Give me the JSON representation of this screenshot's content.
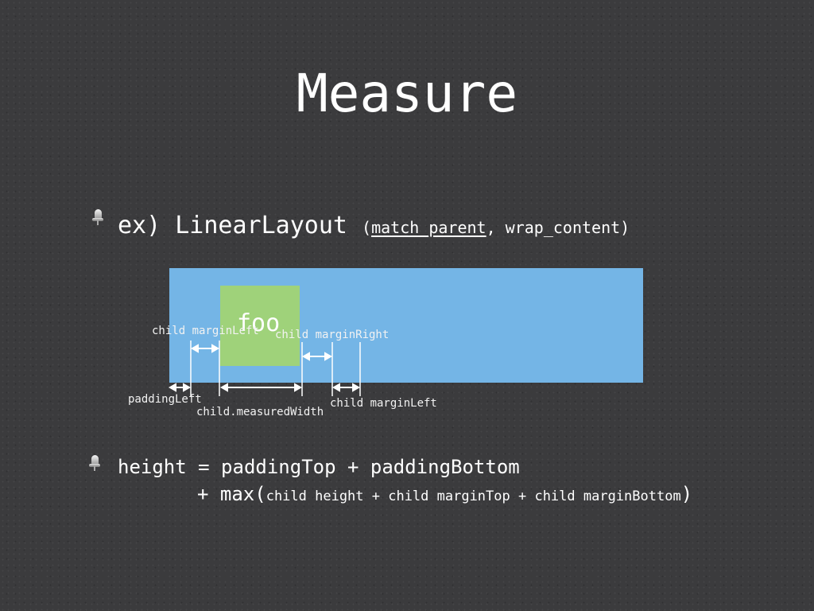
{
  "slide": {
    "title": "Measure",
    "bullet1": {
      "prefix": "ex) LinearLayout",
      "paren_open": "(",
      "arg1": "match_parent",
      "arg_rest": ", wrap_content)"
    },
    "diagram": {
      "child_text": "foo",
      "labels": {
        "child_margin_left_top": "child marginLeft",
        "child_margin_right": "child marginRight",
        "padding_left": "paddingLeft",
        "child_measured_width": "child.measuredWidth",
        "child_margin_left_bottom": "child marginLeft"
      },
      "colors": {
        "parent": "#74b5e6",
        "child": "#9fd27a",
        "background": "#3b3b3d"
      }
    },
    "bullet2": {
      "line1": "height = paddingTop + paddingBottom",
      "line2_prefix": "+ max(",
      "line2_inner": "child height + child marginTop + child marginBottom",
      "line2_suffix": ")"
    }
  }
}
